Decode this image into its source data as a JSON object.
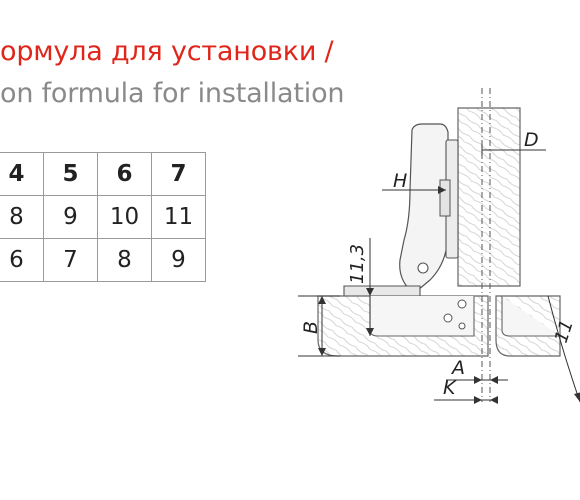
{
  "title": {
    "ru": "ормула для установки /",
    "en": "on formula for installation"
  },
  "table": [
    [
      "4",
      "5",
      "6",
      "7"
    ],
    [
      "8",
      "9",
      "10",
      "11"
    ],
    [
      "6",
      "7",
      "8",
      "9"
    ]
  ],
  "labels": {
    "D": "D",
    "H": "H",
    "dim_113": "11,3",
    "B": "B",
    "A": "A",
    "K": "K",
    "angle": "11"
  },
  "colors": {
    "title_red": "#e0261b",
    "title_grey": "#8a8a8a"
  }
}
